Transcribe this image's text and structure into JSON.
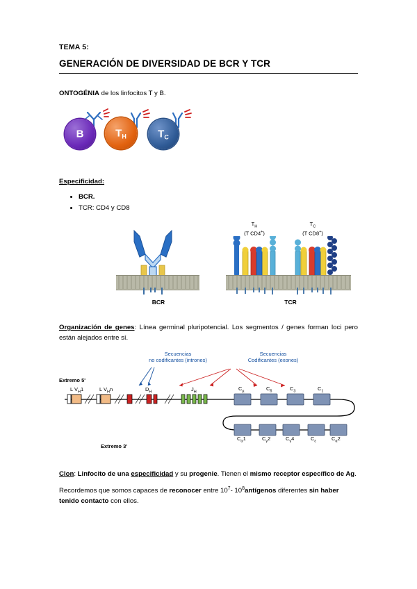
{
  "document": {
    "tema": "TEMA 5:",
    "title": "GENERACIÓN DE DIVERSIDAD DE BCR Y TCR",
    "ontogenia": {
      "prefix_bold": "ONTOGÉNIA",
      "rest": " de los linfocitos T y B.",
      "cells": [
        {
          "name": "cell-b",
          "label": "B",
          "sub": ""
        },
        {
          "name": "cell-th",
          "label": "T",
          "sub": "H"
        },
        {
          "name": "cell-tc",
          "label": "T",
          "sub": "C"
        }
      ]
    },
    "especificidad": {
      "heading": "Especificidad:",
      "items": [
        "BCR.",
        "TCR: CD4 y CD8"
      ]
    },
    "receptor_figure": {
      "bcr_label": "BCR",
      "tcr_label": "TCR",
      "th_line1": "T",
      "th_sub": "H",
      "th_line2": "(T CD4",
      "th_sup": "+",
      "th_line2_end": ")",
      "tc_line1": "T",
      "tc_sub": "C",
      "tc_line2": "(T CD8",
      "tc_sup": "+",
      "tc_line2_end": ")"
    },
    "organizacion": {
      "underlined_bold": "Organización de genes",
      "text": ": Línea germinal pluripotencial. Los segmentos / genes forman loci pero están alejados entre sí."
    },
    "gene_figure": {
      "ann_introns": "Secuencias\nno codificantes (intrones)",
      "ann_introns_l1": "Secuencias",
      "ann_introns_l2": "no codificantes (intrones)",
      "ann_exons_l1": "Secuencias",
      "ann_exons_l2": "Codificantes (exones)",
      "extremo5": "Extremo 5'",
      "extremo3": "Extremo 3'",
      "top_labels": [
        {
          "l": "L",
          "v": "V",
          "vsub": "H",
          "n": "1"
        },
        {
          "l": "L",
          "v": "V",
          "vsub": "H",
          "n": "n"
        },
        {
          "l": "D",
          "sub": "H",
          "n": ""
        },
        {
          "l": "J",
          "sub": "H",
          "n": ""
        }
      ],
      "top_label_texts": [
        "L V",
        "L V",
        "D",
        "J"
      ],
      "c_top": [
        {
          "base": "C",
          "sub": "µ"
        },
        {
          "base": "C",
          "sub": "δ"
        },
        {
          "base": "C",
          "sub": "3"
        },
        {
          "base": "C",
          "sub": "1"
        }
      ],
      "c_bottom": [
        {
          "base": "C",
          "sub": "α1"
        },
        {
          "base": "C",
          "sub": "2"
        },
        {
          "base": "C",
          "sub": "4"
        },
        {
          "base": "C",
          "sub": "ε"
        },
        {
          "base": "C",
          "sub": "α2"
        }
      ]
    },
    "clon": {
      "underlined_bold": "Clon",
      "line1_a": ": ",
      "line1_b": "Linfocito de una ",
      "line1_especificidad": "especificidad",
      "line1_c": " y su ",
      "line1_progenie": "progenie",
      "line1_d": ". Tienen el ",
      "line1_e": "mismo receptor específico de Ag",
      "line1_f": ".",
      "line2_a": "Recordemos que somos capaces de ",
      "line2_b": "reconocer",
      "line2_c": " entre 10",
      "line2_sup1": "7",
      "line2_d": "- 10",
      "line2_sup2": "8",
      "line2_e": "antígenos",
      "line2_f": " diferentes ",
      "line2_g": "sin haber",
      "line3_a": "tenido contacto",
      "line3_b": " con ellos."
    }
  }
}
